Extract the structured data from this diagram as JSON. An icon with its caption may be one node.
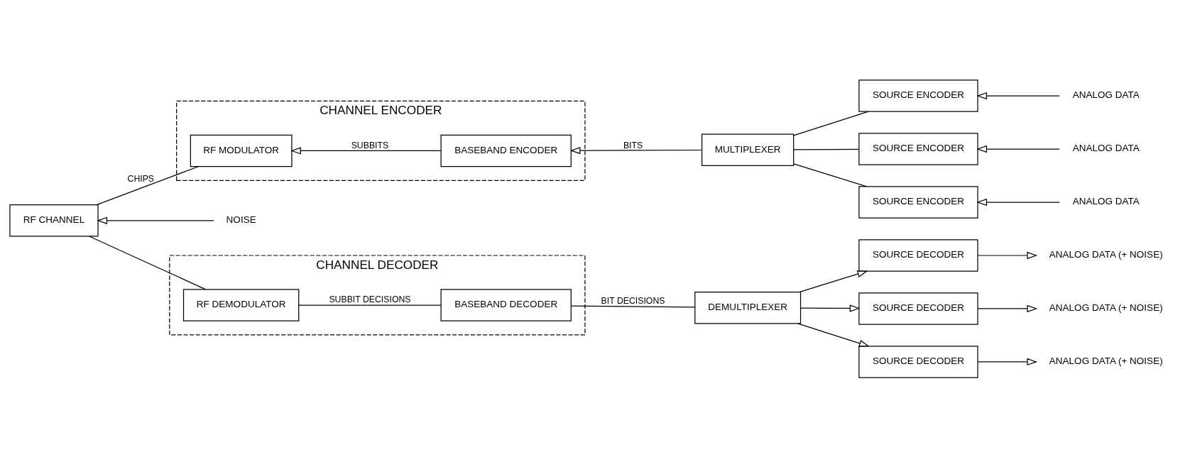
{
  "diagram": {
    "nodes": [
      {
        "text": [
          "CHANNEL ENCODER"
        ]
      },
      {
        "text": [
          "RF MODULATOR"
        ],
        "in": 0
      },
      {
        "text": [
          "BASEBAND ENCODER"
        ],
        "in": 0
      },
      {
        "text": [
          "MULTIPLEXER"
        ]
      },
      {
        "text": [
          "SOURCE ENCODER"
        ]
      },
      {
        "text": [
          "SOURCE ENCODER"
        ]
      },
      {
        "text": [
          "SOURCE ENCODER"
        ]
      },
      {
        "text": [
          "ANALOG DATA"
        ]
      },
      {
        "text": [
          "ANALOG DATA"
        ]
      },
      {
        "text": [
          "ANALOG DATA"
        ]
      },
      {
        "text": [
          "RF CHANNEL"
        ]
      },
      {
        "text": [
          "NOISE"
        ]
      },
      {
        "text": [
          "CHANNEL DECODER"
        ]
      },
      {
        "text": [
          "RF DEMODULATOR"
        ],
        "in": 12
      },
      {
        "text": [
          "BASEBAND DECODER"
        ],
        "in": 12
      },
      {
        "text": [
          "DEMULTIPLEXER"
        ]
      },
      {
        "text": [
          "SOURCE DECODER"
        ]
      },
      {
        "text": [
          "SOURCE DECODER"
        ]
      },
      {
        "text": [
          "SOURCE DECODER"
        ]
      },
      {
        "text": [
          "ANALOG DATA (+ NOISE)"
        ]
      },
      {
        "text": [
          "ANALOG DATA (+ NOISE)"
        ]
      },
      {
        "text": [
          "ANALOG DATA (+ NOISE)"
        ]
      }
    ],
    "edges": [
      {
        "from": 7,
        "to": 4,
        "arrow": "to"
      },
      {
        "from": 8,
        "to": 5,
        "arrow": "to"
      },
      {
        "from": 9,
        "to": 6,
        "arrow": "to"
      },
      {
        "from": 4,
        "to": 3,
        "arrow": "none"
      },
      {
        "from": 5,
        "to": 3,
        "arrow": "none"
      },
      {
        "from": 6,
        "to": 3,
        "arrow": "none"
      },
      {
        "from": 3,
        "to": 2,
        "arrow": "to",
        "label": "BITS"
      },
      {
        "from": 2,
        "to": 1,
        "arrow": "to",
        "label": "SUBBITS"
      },
      {
        "from": 1,
        "to": 10,
        "arrow": "none",
        "label": "CHIPS"
      },
      {
        "from": 11,
        "to": 10,
        "arrow": "to"
      },
      {
        "from": 10,
        "to": 13,
        "arrow": "none"
      },
      {
        "from": 13,
        "to": 14,
        "arrow": "none",
        "label": "SUBBIT DECISIONS"
      },
      {
        "from": 14,
        "to": 15,
        "arrow": "none",
        "label": "BIT DECISIONS"
      },
      {
        "from": 15,
        "to": 16,
        "arrow": "to"
      },
      {
        "from": 15,
        "to": 17,
        "arrow": "to"
      },
      {
        "from": 15,
        "to": 18,
        "arrow": "to"
      },
      {
        "from": 16,
        "to": 19,
        "arrow": "to"
      },
      {
        "from": 17,
        "to": 20,
        "arrow": "to"
      },
      {
        "from": 18,
        "to": 21,
        "arrow": "to"
      }
    ]
  }
}
